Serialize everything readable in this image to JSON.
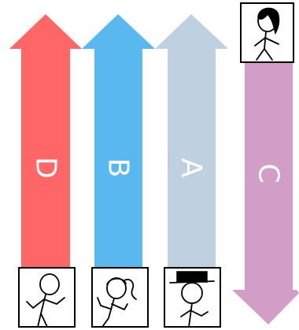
{
  "arrows": [
    {
      "letter": "D",
      "color": "#ff6666",
      "direction": "up"
    },
    {
      "letter": "B",
      "color": "#59b8ef",
      "direction": "up"
    },
    {
      "letter": "A",
      "color": "#bfd0e0",
      "direction": "up"
    },
    {
      "letter": "C",
      "color": "#d29dc6",
      "direction": "down"
    }
  ],
  "portraits": [
    {
      "character": "stick-figure-shrugging"
    },
    {
      "character": "stick-figure-ponytail"
    },
    {
      "character": "stick-figure-top-hat"
    },
    {
      "character": "stick-figure-messy-hair"
    }
  ]
}
